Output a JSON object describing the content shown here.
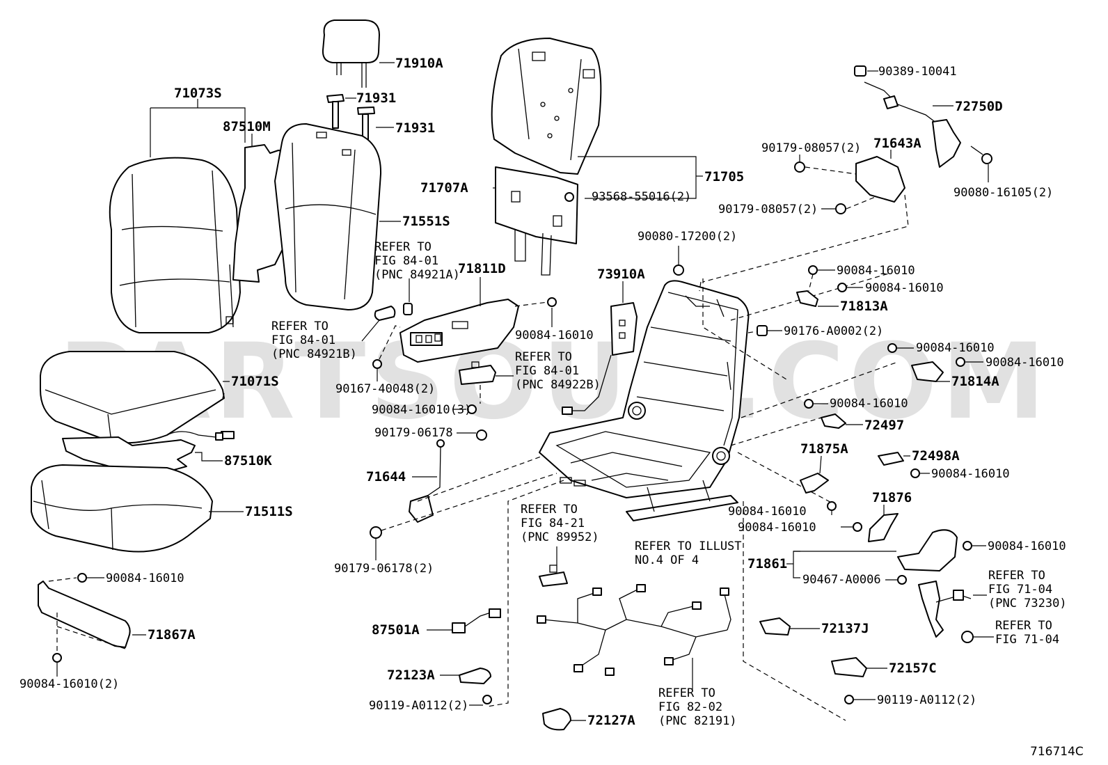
{
  "watermark": "PARTSOUQ.COM",
  "figure_id": "716714C",
  "labels": {
    "p71910A": "71910A",
    "p71931a": "71931",
    "p71931b": "71931",
    "p71073S": "71073S",
    "p87510M": "87510M",
    "p71551S": "71551S",
    "p71705": "71705",
    "p71707A": "71707A",
    "p93568": "93568-55016(2)",
    "p90389": "90389-10041",
    "p72750D": "72750D",
    "p71643A": "71643A",
    "p90179_08057a": "90179-08057(2)",
    "p90179_08057b": "90179-08057(2)",
    "p90080_16105": "90080-16105(2)",
    "p90080_17200": "90080-17200(2)",
    "p73910A": "73910A",
    "p71811D": "71811D",
    "p90084_16010_813a": "90084-16010",
    "p90084_16010_813b": "90084-16010",
    "p71813A": "71813A",
    "p90176": "90176-A0002(2)",
    "p90084_16010_814a": "90084-16010",
    "p90084_16010_814b": "90084-16010",
    "p71814A": "71814A",
    "p90084_16010_497": "90084-16010",
    "p72497": "72497",
    "p72498A": "72498A",
    "p90084_16010_498": "90084-16010",
    "p71875A": "71875A",
    "p90084_16010_875": "90084-16010",
    "p71876": "71876",
    "p90084_16010_876": "90084-16010",
    "p71861": "71861",
    "p90084_16010_861": "90084-16010",
    "p90467": "90467-A0006",
    "p72137J": "72137J",
    "p72157C": "72157C",
    "p90119_r": "90119-A0112(2)",
    "p90119_l": "90119-A0112(2)",
    "p71071S": "71071S",
    "p87510K": "87510K",
    "p71511S": "71511S",
    "p90084_16010_867a": "90084-16010",
    "p71867A": "71867A",
    "p90084_16010_867b": "90084-16010(2)",
    "p90167": "90167-40048(2)",
    "p90084_16010_3": "90084-16010(3)",
    "p90084_16010_811": "90084-16010",
    "p90179_06178a": "90179-06178",
    "p71644": "71644",
    "p90179_06178b": "90179-06178(2)",
    "p87501A": "87501A",
    "p72123A": "72123A",
    "p72127A": "72127A"
  },
  "refer_notes": {
    "r84921A": [
      "REFER TO",
      "FIG 84-01",
      "(PNC 84921A)"
    ],
    "r84921B": [
      "REFER TO",
      "FIG 84-01",
      "(PNC 84921B)"
    ],
    "r84922B": [
      "REFER TO",
      "FIG 84-01",
      "(PNC 84922B)"
    ],
    "r89952": [
      "REFER TO",
      "FIG 84-21",
      "(PNC 89952)"
    ],
    "rIllust": [
      "REFER TO ILLUST",
      "NO.4 OF 4"
    ],
    "r82191": [
      "REFER TO",
      "FIG 82-02",
      "(PNC 82191)"
    ],
    "r73230": [
      "REFER TO",
      "FIG 71-04",
      "(PNC 73230)"
    ],
    "r7104": [
      "REFER TO",
      "FIG 71-04"
    ]
  }
}
